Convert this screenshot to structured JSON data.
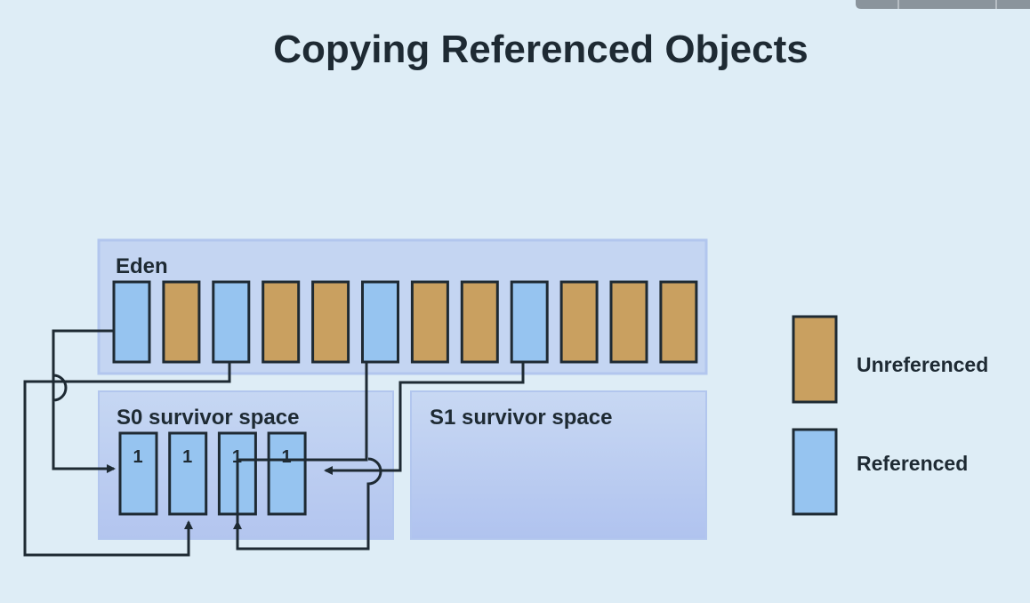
{
  "title": "Copying Referenced Objects",
  "colors": {
    "background": "#deedf6",
    "region_fill": "#c4d5f2",
    "region_border": "#b2c6ee",
    "referenced": "#96c4f0",
    "unreferenced": "#c9a060",
    "outline": "#1e2a33"
  },
  "regions": {
    "eden": {
      "label": "Eden"
    },
    "s0": {
      "label": "S0 survivor space"
    },
    "s1": {
      "label": "S1 survivor space"
    }
  },
  "eden_objects": [
    "referenced",
    "unreferenced",
    "referenced",
    "unreferenced",
    "unreferenced",
    "referenced",
    "unreferenced",
    "unreferenced",
    "referenced",
    "unreferenced",
    "unreferenced",
    "unreferenced"
  ],
  "s0_objects": [
    {
      "type": "referenced",
      "age": "1"
    },
    {
      "type": "referenced",
      "age": "1"
    },
    {
      "type": "referenced",
      "age": "1"
    },
    {
      "type": "referenced",
      "age": "1"
    }
  ],
  "legend": {
    "unreferenced": "Unreferenced",
    "referenced": "Referenced"
  }
}
